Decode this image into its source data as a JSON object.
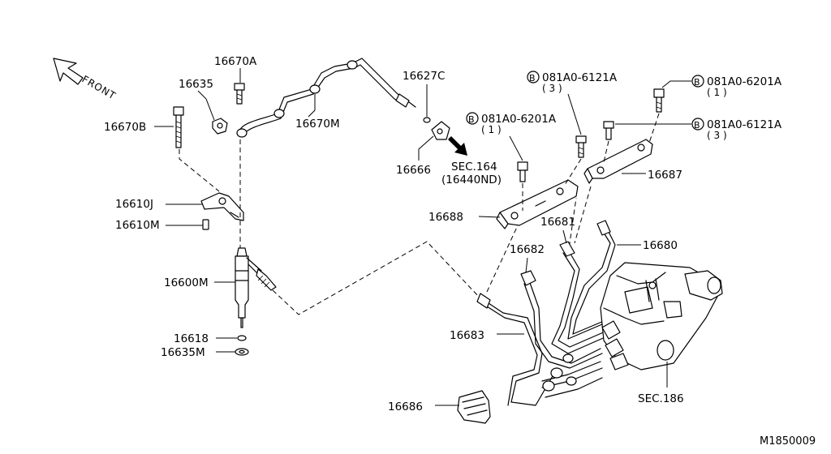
{
  "front_label": "FRONT",
  "bolt_symbol": "B",
  "parts": {
    "p16670A": "16670A",
    "p16635": "16635",
    "p16670B": "16670B",
    "p16670M": "16670M",
    "p16627C": "16627C",
    "p16666": "16666",
    "sec164": "SEC.164",
    "sec164_sub": "(16440ND)",
    "p16610J": "16610J",
    "p16610M": "16610M",
    "p16600M": "16600M",
    "p16618": "16618",
    "p16635M": "16635M",
    "p16688": "16688",
    "p16687": "16687",
    "p16681": "16681",
    "p16680": "16680",
    "p16682": "16682",
    "p16683": "16683",
    "p16686": "16686",
    "sec186": "SEC.186"
  },
  "bolts": [
    {
      "code": "081A0-6121A",
      "qty": "( 3 )"
    },
    {
      "code": "081A0-6201A",
      "qty": "( 1 )"
    },
    {
      "code": "081A0-6201A",
      "qty": "( 1 )"
    },
    {
      "code": "081A0-6121A",
      "qty": "( 3 )"
    }
  ],
  "diagram_id": "M1850009"
}
